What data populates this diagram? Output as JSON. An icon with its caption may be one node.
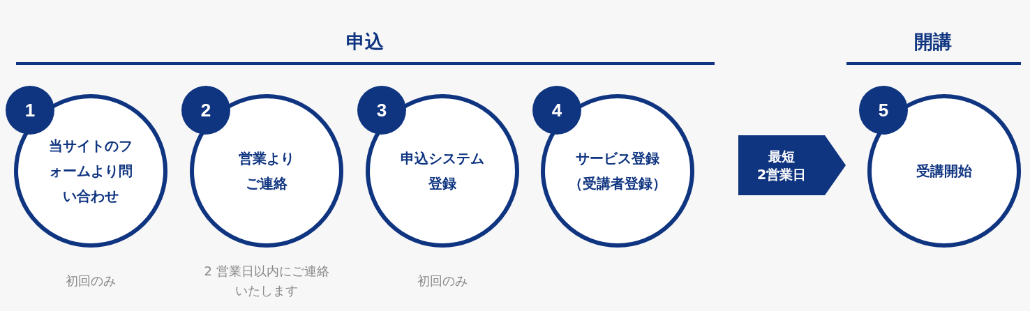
{
  "diagram": {
    "nodes": [
      {
        "text": [
          "1",
          "当サイトのフォームより問い合わせ"
        ],
        "beside": [
          "初回のみ"
        ]
      },
      {
        "text": [
          "2",
          "営業よりご連絡"
        ],
        "beside": [
          "2 営業日以内にご連絡いたします"
        ]
      },
      {
        "text": [
          "3",
          "申込システム登録"
        ],
        "beside": [
          "初回のみ"
        ]
      },
      {
        "text": [
          "4",
          "サービス登録（受講者登録）"
        ]
      },
      {
        "text": [
          "最短",
          "2営業日"
        ]
      },
      {
        "text": [
          "5",
          "受講開始"
        ]
      }
    ],
    "labels": [
      "申込",
      "開講"
    ]
  }
}
